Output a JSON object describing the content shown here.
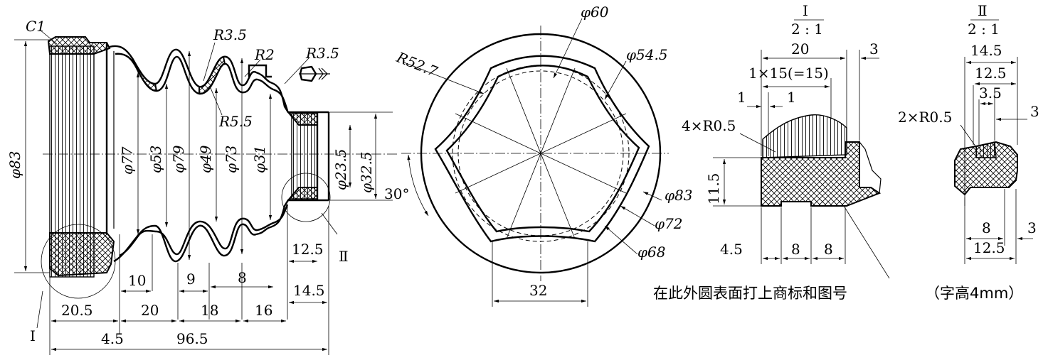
{
  "labels": {
    "c1": "C1",
    "r35a": "R3.5",
    "r2": "R2",
    "r35b": "R3.5",
    "r55": "R5.5",
    "d83": "φ83",
    "d77": "φ77",
    "d53": "φ53",
    "d79": "φ79",
    "d49": "φ49",
    "d73": "φ73",
    "d31": "φ31",
    "d235": "φ23.5",
    "d325": "φ32.5",
    "l10": "10",
    "l9": "9",
    "l8": "8",
    "l125": "12.5",
    "l145": "14.5",
    "l205": "20.5",
    "l20": "20",
    "l18": "18",
    "l16": "16",
    "l45": "4.5",
    "l965": "96.5",
    "detail1_mark": "Ⅰ",
    "detail2_mark": "Ⅱ"
  },
  "front": {
    "r527": "R52.7",
    "d60": "φ60",
    "d545": "φ54.5",
    "d83": "φ83",
    "d72": "φ72",
    "d68": "φ68",
    "a30": "30°",
    "w32": "32"
  },
  "detail1": {
    "mark": "Ⅰ",
    "scale": "2 : 1",
    "d20": "20",
    "d3": "3",
    "knurl": "1×15(=15)",
    "d1a": "1",
    "d1b": "1",
    "radius": "4×R0.5",
    "h115": "11.5",
    "b45": "4.5",
    "b8a": "8",
    "b8b": "8"
  },
  "detail2": {
    "mark": "Ⅱ",
    "scale": "2 : 1",
    "d145": "14.5",
    "d125": "12.5",
    "d35": "3.5",
    "radius": "2×R0.5",
    "d3": "3",
    "b8": "8",
    "b3": "3",
    "b125": "12.5"
  },
  "note": {
    "text": "在此外圆表面打上商标和图号",
    "sub": "（字高4mm）"
  }
}
